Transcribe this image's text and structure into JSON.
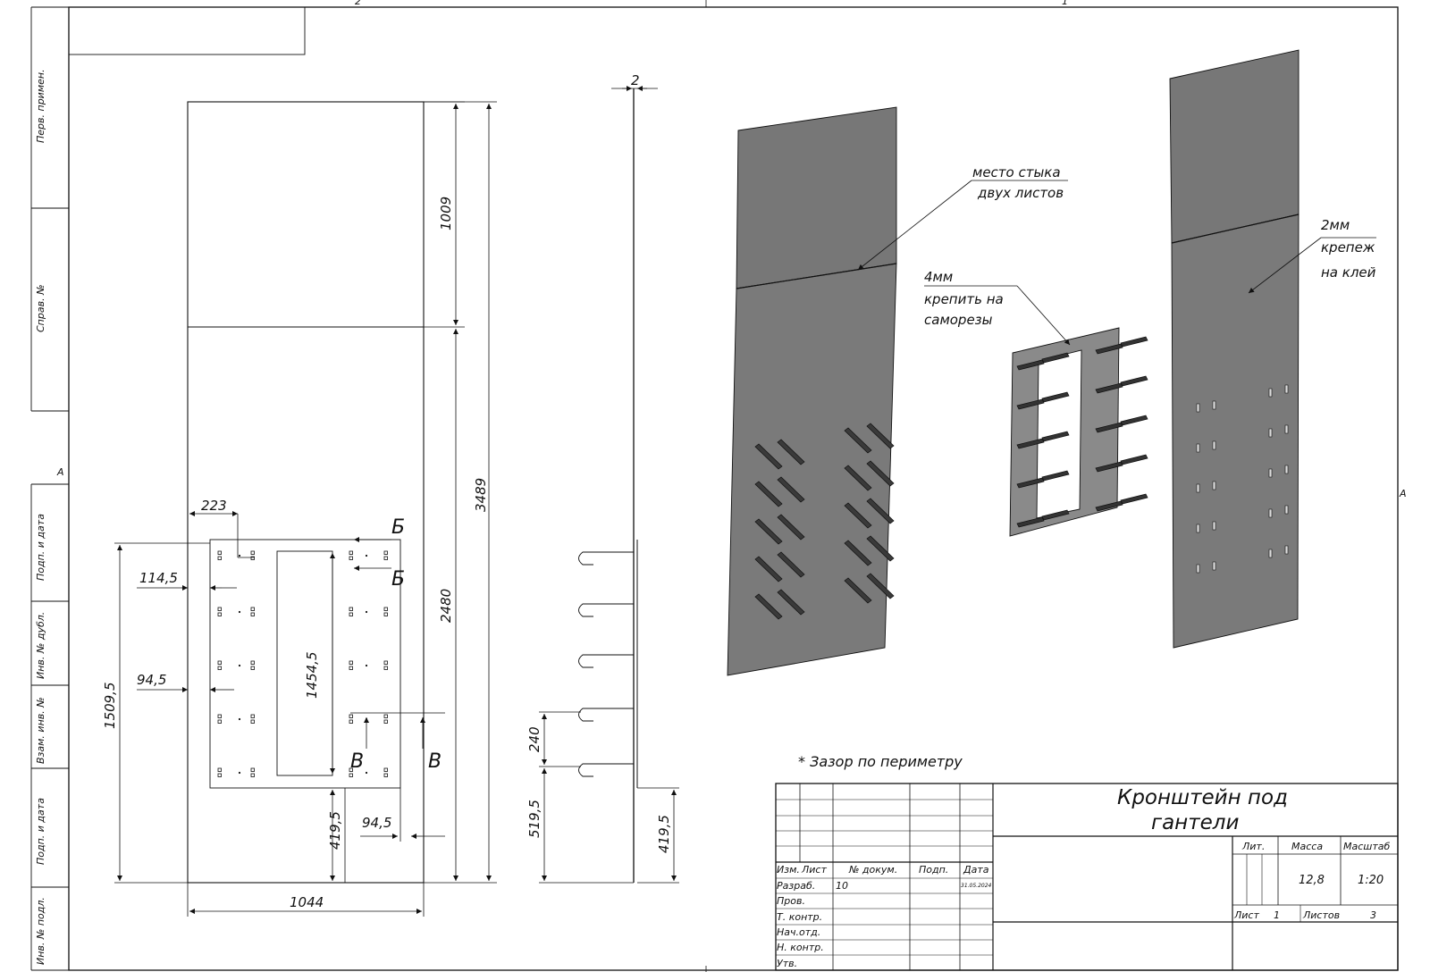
{
  "side_strip": [
    "Перв. примен.",
    "Справ. №",
    "Подп. и дата",
    "Инв. № дубл.",
    "Взам. инв. №",
    "Подп. и дата",
    "Инв. № подл."
  ],
  "zone_labels": {
    "top_left": "2",
    "top_right": "1",
    "left": "A",
    "right": "A"
  },
  "front_view": {
    "dims": {
      "d1009": "1009",
      "d3489": "3489",
      "d2480": "2480",
      "d223": "223",
      "d1145": "114,5",
      "d945a": "94,5",
      "d15095": "1509,5",
      "d14545": "1454,5",
      "d4195": "419,5",
      "d945b": "94,5",
      "d1044": "1044"
    },
    "section_b": "Б",
    "section_v": "В"
  },
  "side_view": {
    "dims": {
      "d2": "2",
      "d240": "240",
      "d5195": "519,5",
      "d4195": "419,5"
    }
  },
  "notes": {
    "joint_line1": "место стыка",
    "joint_line2": "двух листов",
    "sheet4_line1": "4мм",
    "sheet4_line2": "крепить на",
    "sheet4_line3": "саморезы",
    "sheet2_line1": "2мм",
    "sheet2_line2": "крепеж",
    "sheet2_line3": "на клей",
    "gap": "* Зазор по периметру"
  },
  "title_block": {
    "title_line1": "Кронштейн под",
    "title_line2": "гантели",
    "headers": {
      "izm": "Изм.",
      "list": "Лист",
      "ndoc": "№ докум.",
      "podp": "Подп.",
      "data": "Дата"
    },
    "rows": [
      "Разраб.",
      "Пров.",
      "Т. контр.",
      "Нач.отд.",
      "Н. контр.",
      "Утв."
    ],
    "razrab_value": "10",
    "date": "31.05.2024",
    "lit": "Лит.",
    "massa": "Масса",
    "masshtab": "Масштаб",
    "mass_value": "12,8",
    "scale_value": "1:20",
    "list_label": "Лист",
    "list_value": "1",
    "listov_label": "Листов",
    "listov_value": "3"
  }
}
